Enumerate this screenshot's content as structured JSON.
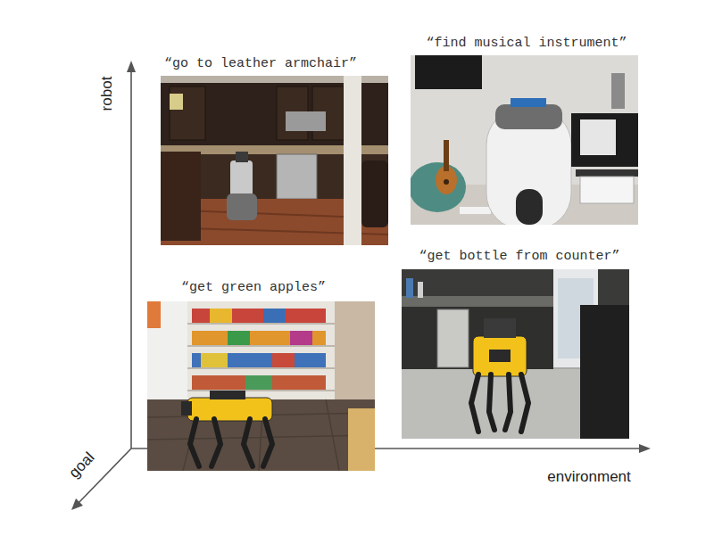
{
  "diagram": {
    "labels": [
      "robot",
      "“go to leather armchair”",
      "“find musical instrument”",
      "“get bottle from counter”",
      "“get green apples”",
      "goal",
      "environment"
    ]
  }
}
